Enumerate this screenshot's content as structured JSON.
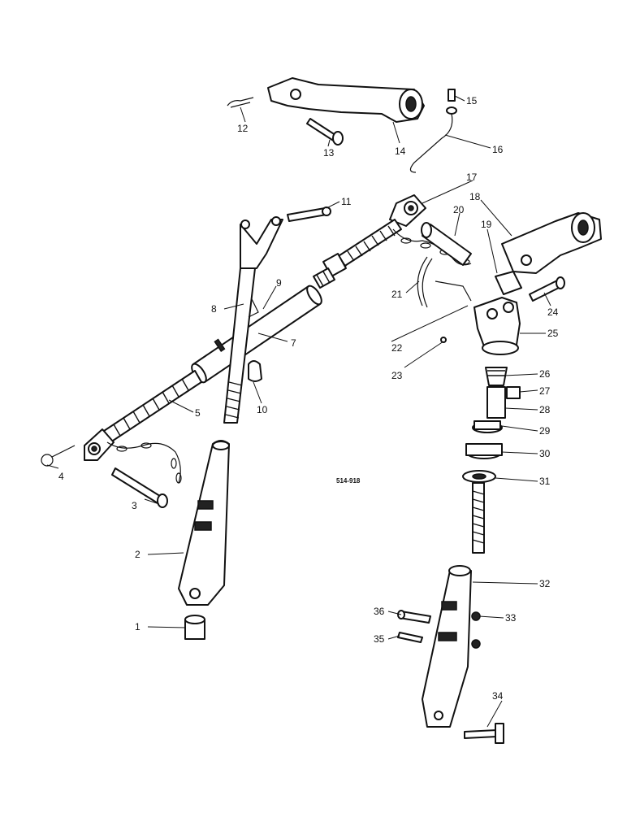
{
  "figure_reference": "514-918",
  "callouts": [
    "1",
    "2",
    "3",
    "4",
    "5",
    "7",
    "8",
    "9",
    "10",
    "11",
    "12",
    "13",
    "14",
    "15",
    "16",
    "17",
    "18",
    "19",
    "20",
    "21",
    "22",
    "23",
    "24",
    "25",
    "26",
    "27",
    "28",
    "29",
    "30",
    "31",
    "32",
    "33",
    "34",
    "35",
    "36"
  ]
}
